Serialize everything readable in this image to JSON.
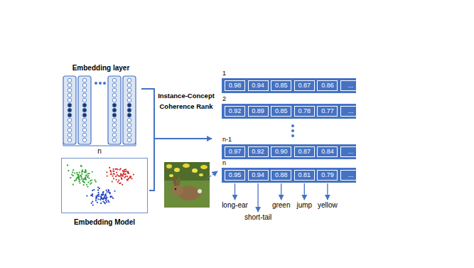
{
  "diagram": {
    "nodes": [
      {
        "text": [
          "Embedding layer"
        ]
      },
      {
        "text": [
          "Embedding Model"
        ]
      },
      {
        "text": [
          "1"
        ]
      },
      {
        "text": [
          "0.98"
        ],
        "in": 2
      },
      {
        "text": [
          "0.94"
        ],
        "in": 2
      },
      {
        "text": [
          "0.85"
        ],
        "in": 2
      },
      {
        "text": [
          "0.87"
        ],
        "in": 2
      },
      {
        "text": [
          "0.86"
        ],
        "in": 2
      },
      {
        "text": [
          "..."
        ],
        "in": 2
      },
      {
        "text": [
          "2"
        ]
      },
      {
        "text": [
          "0.92"
        ],
        "in": 9
      },
      {
        "text": [
          "0.89"
        ],
        "in": 9
      },
      {
        "text": [
          "0.85"
        ],
        "in": 9
      },
      {
        "text": [
          "0.78"
        ],
        "in": 9
      },
      {
        "text": [
          "0.77"
        ],
        "in": 9
      },
      {
        "text": [
          "..."
        ],
        "in": 9
      },
      {
        "text": [
          "n-1"
        ]
      },
      {
        "text": [
          "0.97"
        ],
        "in": 16
      },
      {
        "text": [
          "0.92"
        ],
        "in": 16
      },
      {
        "text": [
          "0.90"
        ],
        "in": 16
      },
      {
        "text": [
          "0.87"
        ],
        "in": 16
      },
      {
        "text": [
          "0.84"
        ],
        "in": 16
      },
      {
        "text": [
          "..."
        ],
        "in": 16
      },
      {
        "text": [
          "n"
        ]
      },
      {
        "text": [
          "0.95"
        ],
        "in": 23
      },
      {
        "text": [
          "0.94"
        ],
        "in": 23
      },
      {
        "text": [
          "0.88"
        ],
        "in": 23
      },
      {
        "text": [
          "0.81"
        ],
        "in": 23
      },
      {
        "text": [
          "0.79"
        ],
        "in": 23
      },
      {
        "text": [
          "..."
        ],
        "in": 23
      }
    ],
    "labels": [
      "n",
      "Instance-Concept Coherence Rank",
      "long-ear",
      "short-tail",
      "green",
      "jump",
      "yellow"
    ]
  }
}
